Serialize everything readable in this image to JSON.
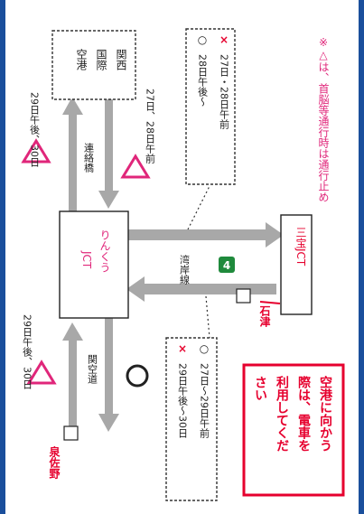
{
  "note": "※△は、首脳等通行時は通行止め",
  "warning_lines": [
    "空港に向かう",
    "際は、電車を",
    "利用してくだ",
    "さい"
  ],
  "nodes": {
    "airport": [
      "関西",
      "国際",
      "空港"
    ],
    "rinku": [
      "りんくう",
      "JCT"
    ],
    "mitakara": "三宝JCT"
  },
  "roads": {
    "renrakukyo": "連絡橋",
    "kankudo": "関空道",
    "wangansen": "湾岸線",
    "route_no": "4"
  },
  "places": {
    "izumisano": "泉佐野",
    "ishizu": "石津"
  },
  "closures": {
    "top_left": "29日午後、30日",
    "bottom_left": "29日午後、30日",
    "mid_upper": "27日、28日午前"
  },
  "legend_top": [
    {
      "mark": "×",
      "text": "27日・28日午前"
    },
    {
      "mark": "○",
      "text": "28日午後～"
    }
  ],
  "legend_bottom": [
    {
      "mark": "○",
      "text": "27日～29日午前"
    },
    {
      "mark": "×",
      "text": "29日午後～30日"
    }
  ],
  "colors": {
    "magenta": "#e0267a",
    "red": "#e6002e",
    "gray": "#a8a8a8",
    "green": "#1f8a3c",
    "frame": "#1a4f9c"
  }
}
